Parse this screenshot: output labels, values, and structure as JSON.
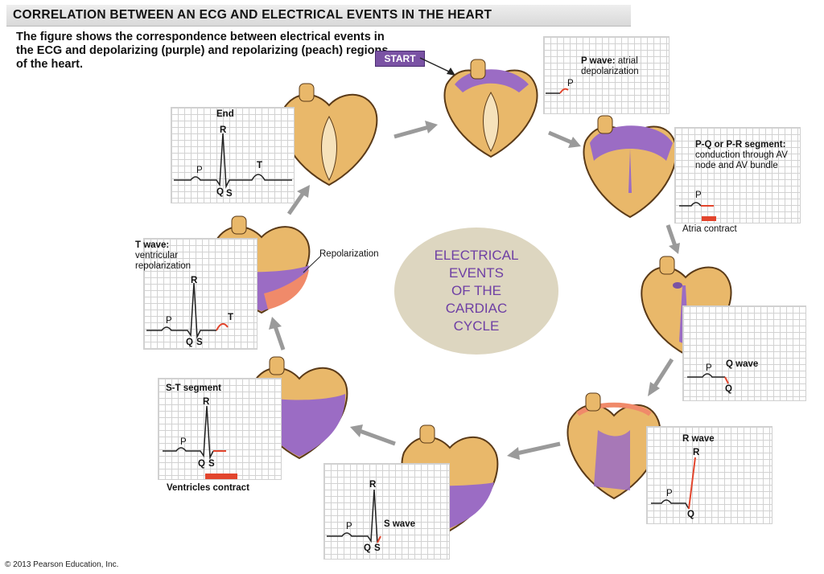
{
  "title": "CORRELATION BETWEEN AN ECG AND ELECTRICAL EVENTS IN THE HEART",
  "intro": "The figure shows the correspondence between electrical events in the ECG and depolarizing (purple) and repolarizing (peach) regions of the heart.",
  "center_label": "ELECTRICAL\nEVENTS\nOF THE\nCARDIAC\nCYCLE",
  "start_label": "START",
  "credit": "© 2013 Pearson Education, Inc.",
  "steps": {
    "p_wave": {
      "title": "P wave:",
      "desc": "atrial depolarization"
    },
    "pq_segment": {
      "title": "P-Q or P-R segment:",
      "desc": "conduction through AV node and AV bundle",
      "footer": "Atria contract"
    },
    "q_wave": {
      "title": "Q wave"
    },
    "r_wave": {
      "title": "R wave"
    },
    "s_wave": {
      "title": "S wave"
    },
    "st_segment": {
      "title": "S-T segment",
      "footer": "Ventricles contract"
    },
    "t_wave": {
      "title": "T wave:",
      "desc": "ventricular repolarization",
      "extra": "Repolarization"
    },
    "end": {
      "title": "End"
    }
  },
  "wave_letters": {
    "p": "P",
    "q": "Q",
    "r": "R",
    "s": "S",
    "t": "T"
  },
  "colors": {
    "depolarized": "#9b6cc4",
    "repolarized": "#f08a6a",
    "muscle": "#e9b86a",
    "highlight": "#e2452d",
    "accent": "#6e3fa4"
  }
}
